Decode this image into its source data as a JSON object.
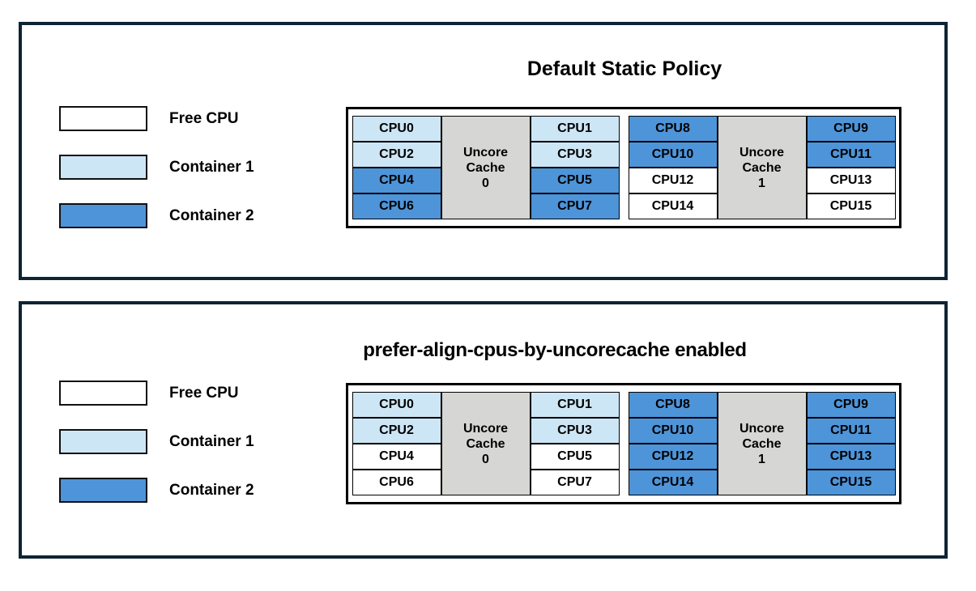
{
  "figure": {
    "colors": {
      "free": "#FFFFFF",
      "container1": "#CDE6F5",
      "container2": "#4E94D9",
      "uncore_cache": "#D6D6D4",
      "panel_frame": "#0E2433",
      "diagram_border": "#000000",
      "text": "#000000"
    },
    "legend": {
      "items": [
        {
          "label": "Free CPU",
          "state": "free"
        },
        {
          "label": "Container 1",
          "state": "container1"
        },
        {
          "label": "Container 2",
          "state": "container2"
        }
      ]
    },
    "panels": [
      {
        "title": "Default Static Policy",
        "clusters": [
          {
            "cache_label_lines": [
              "Uncore",
              "Cache",
              "0"
            ],
            "left_cells": [
              {
                "label": "CPU0",
                "state": "container1"
              },
              {
                "label": "CPU2",
                "state": "container1"
              },
              {
                "label": "CPU4",
                "state": "container2"
              },
              {
                "label": "CPU6",
                "state": "container2"
              }
            ],
            "right_cells": [
              {
                "label": "CPU1",
                "state": "container1"
              },
              {
                "label": "CPU3",
                "state": "container1"
              },
              {
                "label": "CPU5",
                "state": "container2"
              },
              {
                "label": "CPU7",
                "state": "container2"
              }
            ]
          },
          {
            "cache_label_lines": [
              "Uncore",
              "Cache",
              "1"
            ],
            "left_cells": [
              {
                "label": "CPU8",
                "state": "container2"
              },
              {
                "label": "CPU10",
                "state": "container2"
              },
              {
                "label": "CPU12",
                "state": "free"
              },
              {
                "label": "CPU14",
                "state": "free"
              }
            ],
            "right_cells": [
              {
                "label": "CPU9",
                "state": "container2"
              },
              {
                "label": "CPU11",
                "state": "container2"
              },
              {
                "label": "CPU13",
                "state": "free"
              },
              {
                "label": "CPU15",
                "state": "free"
              }
            ]
          }
        ]
      },
      {
        "title": "prefer-align-cpus-by-uncorecache enabled",
        "clusters": [
          {
            "cache_label_lines": [
              "Uncore",
              "Cache",
              "0"
            ],
            "left_cells": [
              {
                "label": "CPU0",
                "state": "container1"
              },
              {
                "label": "CPU2",
                "state": "container1"
              },
              {
                "label": "CPU4",
                "state": "free"
              },
              {
                "label": "CPU6",
                "state": "free"
              }
            ],
            "right_cells": [
              {
                "label": "CPU1",
                "state": "container1"
              },
              {
                "label": "CPU3",
                "state": "container1"
              },
              {
                "label": "CPU5",
                "state": "free"
              },
              {
                "label": "CPU7",
                "state": "free"
              }
            ]
          },
          {
            "cache_label_lines": [
              "Uncore",
              "Cache",
              "1"
            ],
            "left_cells": [
              {
                "label": "CPU8",
                "state": "container2"
              },
              {
                "label": "CPU10",
                "state": "container2"
              },
              {
                "label": "CPU12",
                "state": "container2"
              },
              {
                "label": "CPU14",
                "state": "container2"
              }
            ],
            "right_cells": [
              {
                "label": "CPU9",
                "state": "container2"
              },
              {
                "label": "CPU11",
                "state": "container2"
              },
              {
                "label": "CPU13",
                "state": "container2"
              },
              {
                "label": "CPU15",
                "state": "container2"
              }
            ]
          }
        ]
      }
    ]
  }
}
